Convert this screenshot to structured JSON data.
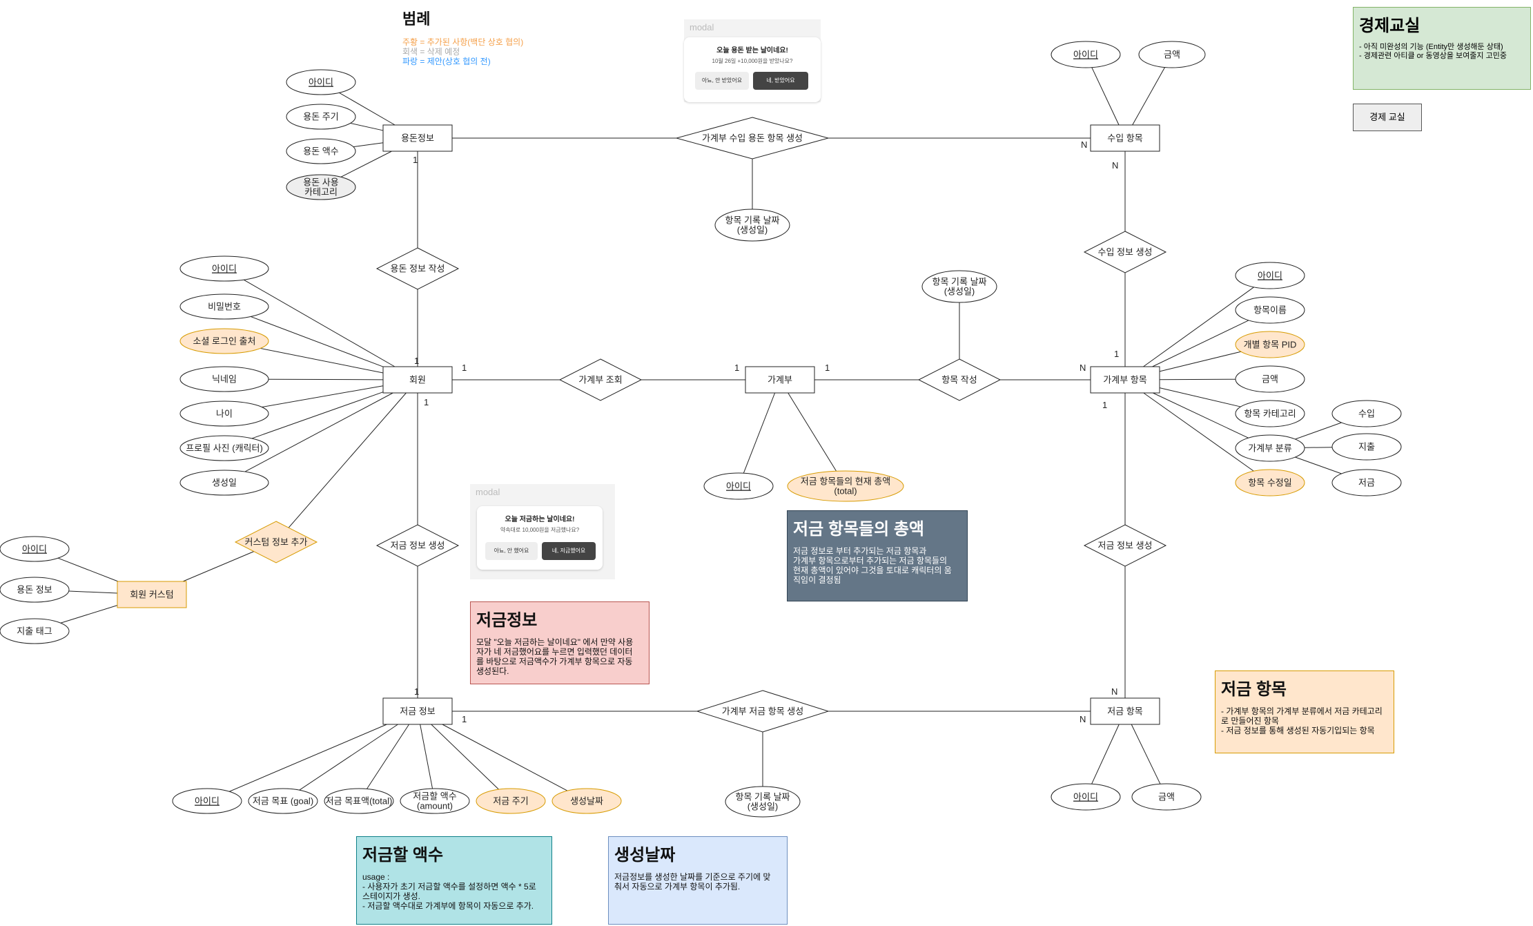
{
  "legend": {
    "title": "범례",
    "lines": [
      {
        "text": "주황 = 추가된 사항(백단 상호 협의)",
        "color": "#f5a04a"
      },
      {
        "text": "회색 = 삭제 예정",
        "color": "#aaaaaa"
      },
      {
        "text": "파랑 = 제안(상호 협의 전)",
        "color": "#3399ff"
      }
    ]
  },
  "modal_allowance": {
    "tag": "modal",
    "title": "오늘 용돈 받는 날이네요!",
    "subtitle": "10월 26일 +10,000원을 받았나요?",
    "no": "아뇨, 안 받았어요",
    "yes": "네, 받았어요"
  },
  "modal_saving": {
    "tag": "modal",
    "title": "오늘 저금하는 날이네요!",
    "subtitle": "약속대로 10,000원을 저금했나요?",
    "no": "아뇨, 안 했어요",
    "yes": "네, 저금했어요"
  },
  "economy": {
    "title": "경제교실",
    "lines": "- 아직 미완성의 기능 (Entity만 생성해둔 상태)\n- 경제관련 아티클 or 동영상을 보여줄지 고민중",
    "entity_label": "경제 교실"
  },
  "cards": {
    "total": {
      "title": "저금 항목들의 총액",
      "body": "저금 정보로 부터 추가되는 저금 항목과\n가계부 항목으로부터 추가되는 저금 항목들의\n현재 총액이 있어야 그것을 토대로 캐릭터의 움\n직임이 결정됨"
    },
    "saving_info": {
      "title": "저금정보",
      "body": "모달 \"오늘 저금하는 날이네요\" 에서 만약 사용\n자가 네 저금했어요를 누르면 입력했던 데이터\n를 바탕으로 저금액수가 가계부 항목으로 자동\n생성된다."
    },
    "saving_item": {
      "title": "저금 항목",
      "body": "- 가계부 항목의 가계부 분류에서 저금 카테고리\n로 만들어진 항목\n- 저금 정보를 통해 생성된 자동기입되는 항목"
    },
    "amount": {
      "title": "저금할 액수",
      "body": "usage :\n- 사용자가 초기 저금할 액수를 설정하면 액수 * 5로\n스테이지가 생성.\n- 저금할 액수대로 가계부에 항목이 자동으로 추가."
    },
    "created": {
      "title": "생성날짜",
      "body": "저금정보를 생성한 날짜를 기준으로 주기에 맞\n춰서 자동으로 가계부 항목이 추가됨."
    }
  },
  "entities": {
    "allowance": "용돈정보",
    "member": "회원",
    "ledger": "가계부",
    "income": "수입 항목",
    "ledger_item": "가계부 항목",
    "saving": "저금 정보",
    "saving_item": "저금 항목",
    "member_custom": "회원 커스텀"
  },
  "relationships": {
    "r_allowance_income": "가계부 수입 용돈 항목 생성",
    "r_allowance_write": "용돈 정보 작성",
    "r_ledger_view": "가계부 조회",
    "r_item_write": "항목 작성",
    "r_income_create": "수입 정보 생성",
    "r_saving_create_left": "저금 정보 생성",
    "r_saving_create_right": "저금 정보 생성",
    "r_saving_ledger": "가계부 저금 항목 생성",
    "r_custom_add": "커스텀 정보 추가"
  },
  "attributes": {
    "al_id": "아이디",
    "al_period": "용돈 주기",
    "al_amount": "용돈 액수",
    "al_category": "용돈 사용\n카테고리",
    "r1_date": "항목 기록 날짜\n(생성일)",
    "inc_id": "아이디",
    "inc_amount": "금액",
    "m_id": "아이디",
    "m_pw": "비밀번호",
    "m_social": "소셜 로그인 출처",
    "m_nick": "닉네임",
    "m_age": "나이",
    "m_photo": "프로필 사진 (캐릭터)",
    "m_created": "생성일",
    "rw_date": "항목 기록 날짜\n(생성일)",
    "l_id": "아이디",
    "l_total": "저금 항목들의 현재 총액\n(total)",
    "li_id": "아이디",
    "li_name": "항목이름",
    "li_pid": "개별 항목 PID",
    "li_amount": "금액",
    "li_category": "항목 카테고리",
    "li_class": "가계부 분류",
    "li_modified": "항목 수정일",
    "cls_income": "수입",
    "cls_expense": "지출",
    "cls_saving": "저금",
    "c_id": "아이디",
    "c_allowance": "용돈 정보",
    "c_tag": "지출 태그",
    "s_id": "아이디",
    "s_goal": "저금 목표 (goal)",
    "s_total": "저금 목표액(total)",
    "s_amount": "저금할 액수\n(amount)",
    "s_period": "저금 주기",
    "s_created": "생성날짜",
    "rs_date": "항목 기록 날짜\n(생성일)",
    "si_id": "아이디",
    "si_amount": "금액"
  },
  "cardinality": {
    "allow_n": "N",
    "allow_1": "1",
    "inc_n": "N",
    "mem_top": "1",
    "mem_right": "1",
    "mem_bottom": "1",
    "led_left": "1",
    "led_right": "1",
    "li_top": "1",
    "li_n": "N",
    "li_bottom": "1",
    "sav_1": "1",
    "sav_right": "1",
    "si_n": "N",
    "si_top": "N"
  },
  "colors": {
    "orange_fill": "#ffe6cc",
    "orange_stroke": "#d79b00",
    "gray_fill": "#eeeeee",
    "total_card": "#647687",
    "saving_info_card": "#f8cecc",
    "saving_item_card": "#ffe6cc",
    "amount_card": "#b0e3e6",
    "created_card": "#dae8fc",
    "economy_card": "#d5e8d4"
  }
}
